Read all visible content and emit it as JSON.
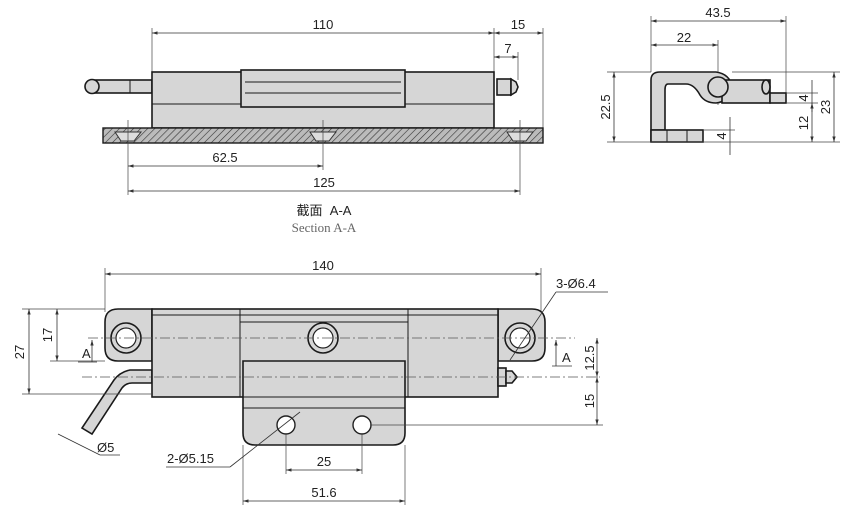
{
  "section_view": {
    "dimensions": {
      "overall_body": "110",
      "pin_extension": "15",
      "pin_tip": "7",
      "hole_center": "62.5",
      "hole_pitch": "125"
    },
    "caption_cn": "截面  A-A",
    "caption_en": "Section A-A"
  },
  "side_view": {
    "dimensions": {
      "overall_width": "43.5",
      "pivot_offset": "22",
      "height_left": "22.5",
      "height_right": "23",
      "pin_height": "4",
      "pin_base": "12",
      "foot_thickness": "4"
    }
  },
  "front_view": {
    "dimensions": {
      "overall_length": "140",
      "height": "27",
      "lug_height": "17",
      "axis_offset": "12.5",
      "leaf_hole_offset": "15",
      "leaf_hole_pitch": "25",
      "leaf_width": "51.6"
    },
    "callouts": {
      "lug_holes": "3-Ø6.4",
      "leaf_holes": "2-Ø5.15",
      "pin_diameter": "Ø5"
    },
    "section_marker_left": "A",
    "section_marker_right": "A"
  }
}
